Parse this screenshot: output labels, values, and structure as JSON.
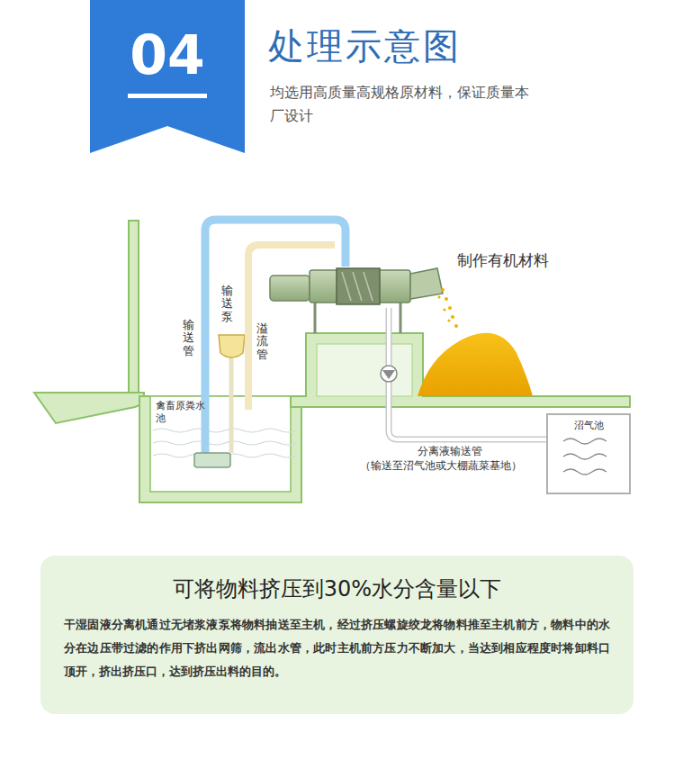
{
  "diagram": {
    "title": "处理示意图",
    "nodes": [
      {
        "text": [
          "04"
        ]
      },
      {
        "text": [
          "禽畜原粪水池"
        ]
      },
      {
        "text": [
          "沼气池"
        ]
      },
      {
        "text": [
          "可将物料挤压到30%水分含量以下",
          "干湿固液分离机通过无堵浆液泵将物料抽送至主机，经过挤压螺旋绞龙将物料推至主机前方，物料中的水分在边压带过滤的作用下挤出网筛，流出水管，此时主机前方压力不断加大，当达到相应程度时将卸料口顶开，挤出挤压口，达到挤压出料的目的。"
        ]
      }
    ],
    "labels": [
      "均选用高质量高规格原材料，保证质量本厂设计",
      "输送管",
      "输送泵",
      "溢流管",
      "制作有机材料",
      "分离液输送管",
      "（输送至沼气池或大棚蔬菜基地）"
    ]
  }
}
